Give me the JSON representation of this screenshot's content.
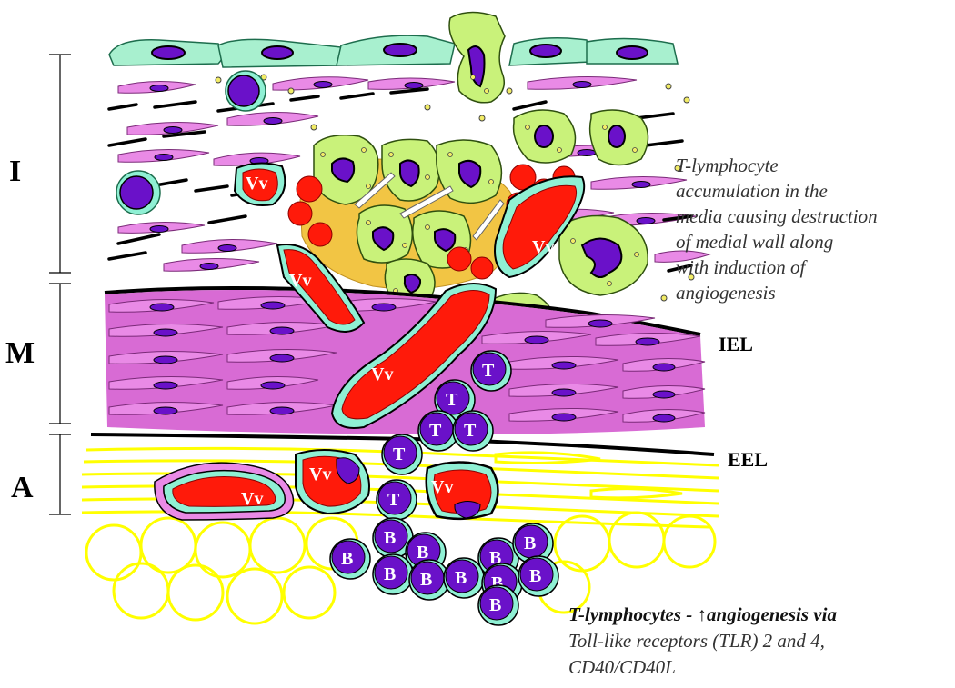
{
  "layers": {
    "intima": "I",
    "media": "M",
    "adventitia": "A"
  },
  "membranes": {
    "internal": "IEL",
    "external": "EEL"
  },
  "cell_labels": {
    "vasa_vasorum": "Vv",
    "t_cell": "T",
    "b_cell": "B"
  },
  "annotation": {
    "lines": [
      "T-lymphocyte",
      "accumulation in the",
      "media causing destruction",
      "of medial wall along",
      "with  induction of",
      "angiogenesis"
    ]
  },
  "footnote": {
    "title": "T-lymphocytes - ↑angiogenesis via",
    "lines": [
      "Toll-like receptors (TLR) 2 and 4,",
      "CD40/CD40L"
    ]
  },
  "colors": {
    "endothelium": "#a8f0cf",
    "smooth_muscle": "#e98ae6",
    "nucleus": "#6a11c9",
    "lipid_core": "#f2c544",
    "foam_cell": "#c9f27a",
    "vessel_blood": "#ff1a0a",
    "vessel_wall": "#8ff0d4",
    "adventitia_fibers": "#ffff00"
  }
}
